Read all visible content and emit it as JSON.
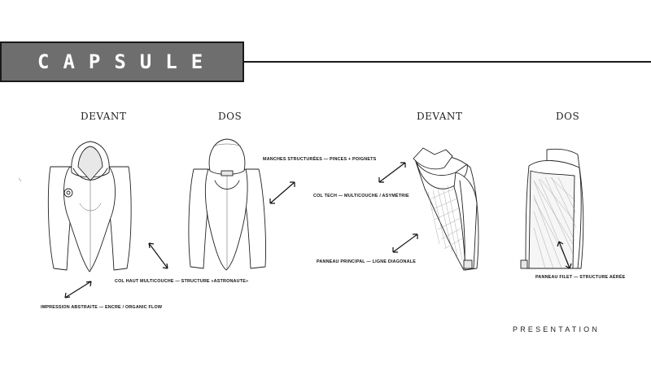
{
  "header": {
    "title": "CAPSULE"
  },
  "views": {
    "devant_1": "DEVANT",
    "dos_1": "DOS",
    "devant_2": "DEVANT",
    "dos_2": "DOS"
  },
  "annotations": {
    "manches": "MANCHES STRUCTURÉES — PINCES + POIGNETS",
    "col_tech": "COL TECH — MULTICOUCHE / ASYMÉTRIE",
    "panneau_principal": "PANNEAU PRINCIPAL — LIGNE DIAGONALE",
    "panneau_filet": "PANNEAU FILET — STRUCTURE AÉRÉE",
    "col_haut": "COL HAUT MULTICOUCHE — STRUCTURE «ASTRONAUTE»",
    "impression": "IMPRESSION ABSTRAITE — ENCRE / ORGANIC FLOW"
  },
  "footer": {
    "label": "PRESENTATION"
  }
}
